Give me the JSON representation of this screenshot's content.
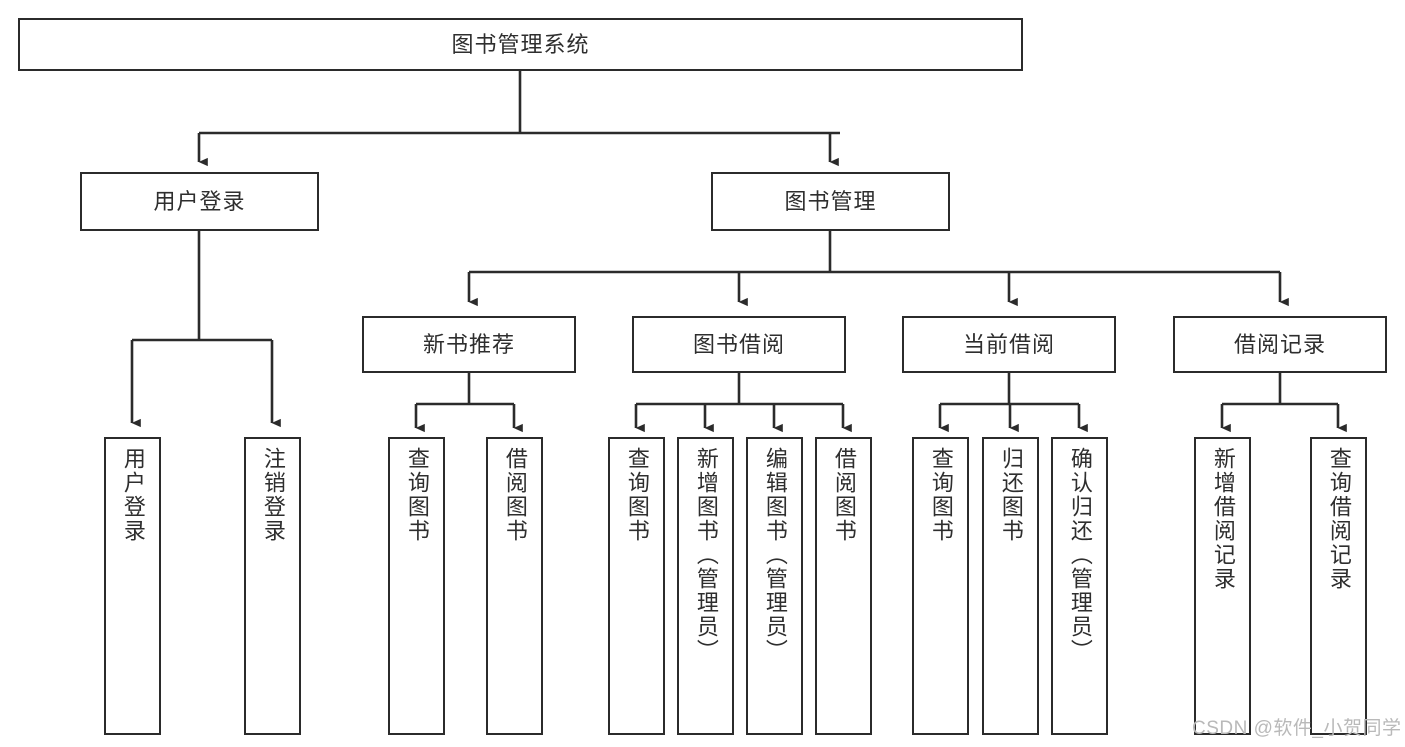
{
  "diagram": {
    "type": "tree-hierarchy",
    "title": "图书管理系统",
    "root": {
      "id": "root",
      "label": "图书管理系统",
      "level": 0
    },
    "level1": [
      {
        "id": "user-login",
        "label": "用户登录"
      },
      {
        "id": "book-manage",
        "label": "图书管理"
      }
    ],
    "level2": [
      {
        "id": "new-book-recommend",
        "label": "新书推荐",
        "parent": "book-manage"
      },
      {
        "id": "book-borrow",
        "label": "图书借阅",
        "parent": "book-manage"
      },
      {
        "id": "current-borrow",
        "label": "当前借阅",
        "parent": "book-manage"
      },
      {
        "id": "borrow-record",
        "label": "借阅记录",
        "parent": "book-manage"
      }
    ],
    "leaves": {
      "user-login": [
        {
          "id": "leaf-user-login",
          "label": "用户登录"
        },
        {
          "id": "leaf-user-logout",
          "label": "注销登录"
        }
      ],
      "new-book-recommend": [
        {
          "id": "leaf-query-book-1",
          "label": "查询图书"
        },
        {
          "id": "leaf-borrow-book-1",
          "label": "借阅图书"
        }
      ],
      "book-borrow": [
        {
          "id": "leaf-query-book-2",
          "label": "查询图书"
        },
        {
          "id": "leaf-add-book",
          "label": "新增图书（管理员）"
        },
        {
          "id": "leaf-edit-book",
          "label": "编辑图书（管理员）"
        },
        {
          "id": "leaf-borrow-book-2",
          "label": "借阅图书"
        }
      ],
      "current-borrow": [
        {
          "id": "leaf-query-book-3",
          "label": "查询图书"
        },
        {
          "id": "leaf-return-book",
          "label": "归还图书"
        },
        {
          "id": "leaf-confirm-return",
          "label": "确认归还（管理员）"
        }
      ],
      "borrow-record": [
        {
          "id": "leaf-add-record",
          "label": "新增借阅记录"
        },
        {
          "id": "leaf-query-record",
          "label": "查询借阅记录"
        }
      ]
    }
  },
  "watermark": {
    "text": "CSDN @软件_小贺同学"
  },
  "colors": {
    "stroke": "#2b2b2b",
    "fill": "#ffffff",
    "text": "#2e2e2e",
    "watermark": "#b9b9b9"
  }
}
